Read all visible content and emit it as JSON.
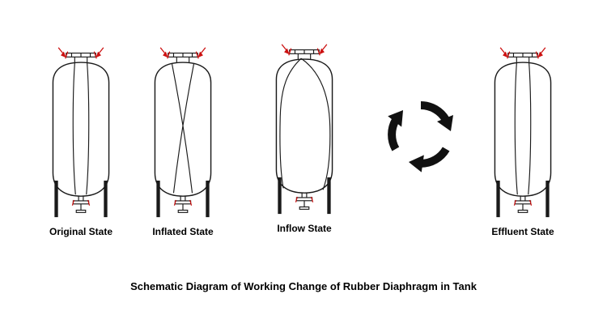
{
  "diagram": {
    "states": [
      {
        "id": "original",
        "label": "Original State"
      },
      {
        "id": "inflated",
        "label": "Inflated State"
      },
      {
        "id": "inflow",
        "label": "Inflow State"
      },
      {
        "id": "effluent",
        "label": "Effluent State"
      }
    ],
    "caption": "Schematic Diagram of Working Change of Rubber Diaphragm in Tank",
    "icons": {
      "cycle": "cycle-arrows-icon"
    },
    "colors": {
      "outline": "#1a1a1a",
      "accent": "#cc1111",
      "background": "#ffffff"
    }
  }
}
